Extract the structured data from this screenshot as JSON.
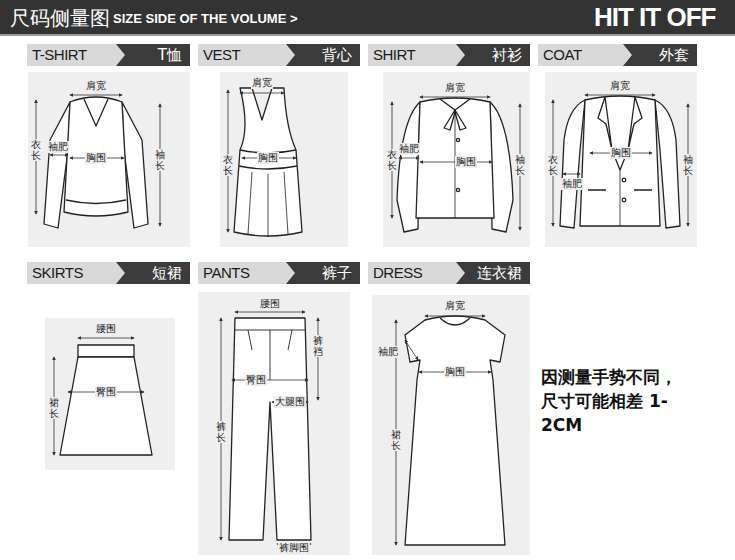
{
  "diagram": {
    "title": "尺码侧量图",
    "nodes": [
      {
        "text": [
          "T-SHIRT",
          "T恤"
        ]
      },
      {
        "text": [
          "VEST",
          "背心"
        ]
      },
      {
        "text": [
          "SHIRT",
          "衬衫"
        ]
      },
      {
        "text": [
          "COAT",
          "外套"
        ]
      },
      {
        "text": [
          "SKIRTS",
          "短裙"
        ]
      },
      {
        "text": [
          "PANTS",
          "裤子"
        ]
      },
      {
        "text": [
          "DRESS",
          "连衣裙"
        ]
      }
    ],
    "labels": [
      "SIZE SIDE OF THE VOLUME >",
      "HIT IT OFF",
      "肩宽",
      "衣长",
      "袖肥",
      "胸围",
      "袖长",
      "肩宽",
      "衣长",
      "胸围",
      "肩宽",
      "衣长",
      "袖肥",
      "胸围",
      "袖长",
      "肩宽",
      "衣长",
      "袖肥",
      "胸围",
      "袖长",
      "腰围",
      "臀围",
      "裙长",
      "腰围",
      "裤裆",
      "臀围",
      "大腿围",
      "裤长",
      "裤脚围",
      "肩宽",
      "袖肥",
      "胸围",
      "裙长",
      "因测量手势不同， 尺寸可能相差 1-2CM"
    ]
  }
}
